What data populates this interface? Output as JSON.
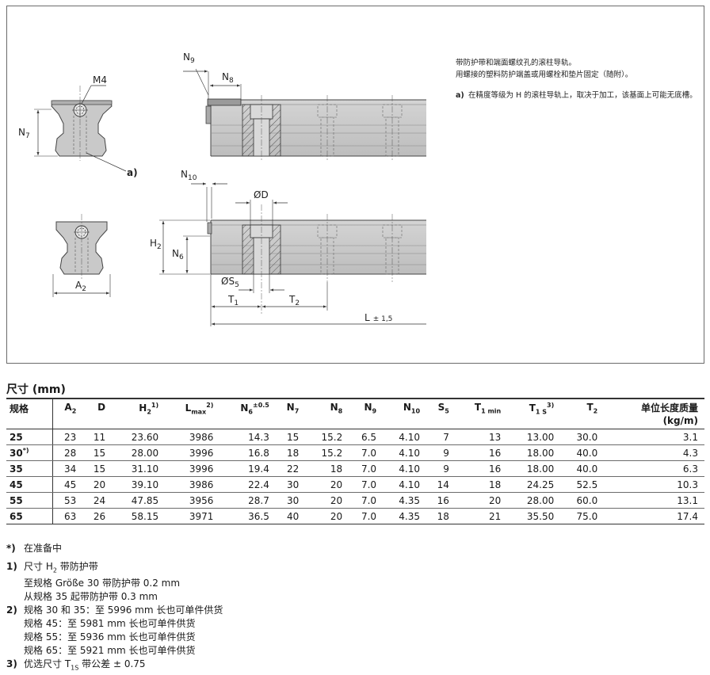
{
  "drawing": {
    "labels": {
      "m4": "M4",
      "n7": "N",
      "n7_sub": "7",
      "a_marker": "a)",
      "n9": "N",
      "n9_sub": "9",
      "n8": "N",
      "n8_sub": "8",
      "n10": "N",
      "n10_sub": "10",
      "od": "ØD",
      "h2": "H",
      "h2_sub": "2",
      "n6": "N",
      "n6_sub": "6",
      "os5": "ØS",
      "os5_sub": "5",
      "a2": "A",
      "a2_sub": "2",
      "t1": "T",
      "t1_sub": "1",
      "t2": "T",
      "t2_sub": "2",
      "l": "L",
      "l_tol": "± 1,5"
    },
    "notes": {
      "line1": "带防护带和端面螺纹孔的滚柱导轨。",
      "line2": "用螺接的塑料防护端盖或用螺栓和垫片固定（随附）。",
      "a_marker": "a)",
      "a_text": "在精度等级为 H 的滚柱导轨上，取决于加工，该基面上可能无底槽。"
    }
  },
  "table": {
    "title": "尺寸 (mm)",
    "headers": [
      {
        "main": "规格",
        "sub": "",
        "sup": ""
      },
      {
        "main": "A",
        "sub": "2",
        "sup": ""
      },
      {
        "main": "D",
        "sub": "",
        "sup": ""
      },
      {
        "main": "H",
        "sub": "2",
        "sup": "1)"
      },
      {
        "main": "L",
        "sub": "max",
        "sup": "2)"
      },
      {
        "main": "N",
        "sub": "6",
        "sup": "±0.5"
      },
      {
        "main": "N",
        "sub": "7",
        "sup": ""
      },
      {
        "main": "N",
        "sub": "8",
        "sup": ""
      },
      {
        "main": "N",
        "sub": "9",
        "sup": ""
      },
      {
        "main": "N",
        "sub": "10",
        "sup": ""
      },
      {
        "main": "S",
        "sub": "5",
        "sup": ""
      },
      {
        "main": "T",
        "sub": "1 min",
        "sup": ""
      },
      {
        "main": "T",
        "sub": "1 S",
        "sup": "3)"
      },
      {
        "main": "T",
        "sub": "2",
        "sup": ""
      },
      {
        "main": "单位长度质量",
        "line2": "(kg/m)",
        "sub": "",
        "sup": ""
      }
    ],
    "rows": [
      {
        "size": "25",
        "size_sup": "",
        "cells": [
          "23",
          "11",
          "23.60",
          "3986",
          "14.3",
          "15",
          "15.2",
          "6.5",
          "4.10",
          "7",
          "13",
          "13.00",
          "30.0",
          "3.1"
        ]
      },
      {
        "size": "30",
        "size_sup": "*)",
        "cells": [
          "28",
          "15",
          "28.00",
          "3996",
          "16.8",
          "18",
          "15.2",
          "7.0",
          "4.10",
          "9",
          "16",
          "18.00",
          "40.0",
          "4.3"
        ]
      },
      {
        "size": "35",
        "size_sup": "",
        "cells": [
          "34",
          "15",
          "31.10",
          "3996",
          "19.4",
          "22",
          "18",
          "7.0",
          "4.10",
          "9",
          "16",
          "18.00",
          "40.0",
          "6.3"
        ]
      },
      {
        "size": "45",
        "size_sup": "",
        "cells": [
          "45",
          "20",
          "39.10",
          "3986",
          "22.4",
          "30",
          "20",
          "7.0",
          "4.10",
          "14",
          "18",
          "24.25",
          "52.5",
          "10.3"
        ]
      },
      {
        "size": "55",
        "size_sup": "",
        "cells": [
          "53",
          "24",
          "47.85",
          "3956",
          "28.7",
          "30",
          "20",
          "7.0",
          "4.35",
          "16",
          "20",
          "28.00",
          "60.0",
          "13.1"
        ]
      },
      {
        "size": "65",
        "size_sup": "",
        "cells": [
          "63",
          "26",
          "58.15",
          "3971",
          "36.5",
          "40",
          "20",
          "7.0",
          "4.35",
          "18",
          "21",
          "35.50",
          "75.0",
          "17.4"
        ]
      }
    ]
  },
  "footnotes": {
    "star": {
      "marker": "*)",
      "text": "在准备中"
    },
    "fn1": {
      "marker": "1)",
      "head_pre": "尺寸 H",
      "head_sub": "2",
      "head_post": " 带防护带",
      "lines": [
        "至规格 Größe 30 带防护带 0.2 mm",
        "从规格 35 起带防护带 0.3 mm"
      ]
    },
    "fn2": {
      "marker": "2)",
      "lines": [
        "规格 30 和 35：至 5996 mm 长也可单件供货",
        "规格 45：至 5981 mm 长也可单件供货",
        "规格 55：至 5936 mm 长也可单件供货",
        "规格 65：至 5921 mm 长也可单件供货"
      ]
    },
    "fn3": {
      "marker": "3)",
      "text_pre": "优选尺寸 T",
      "text_sub": "1S",
      "text_post": " 带公差 ± 0.75"
    }
  }
}
